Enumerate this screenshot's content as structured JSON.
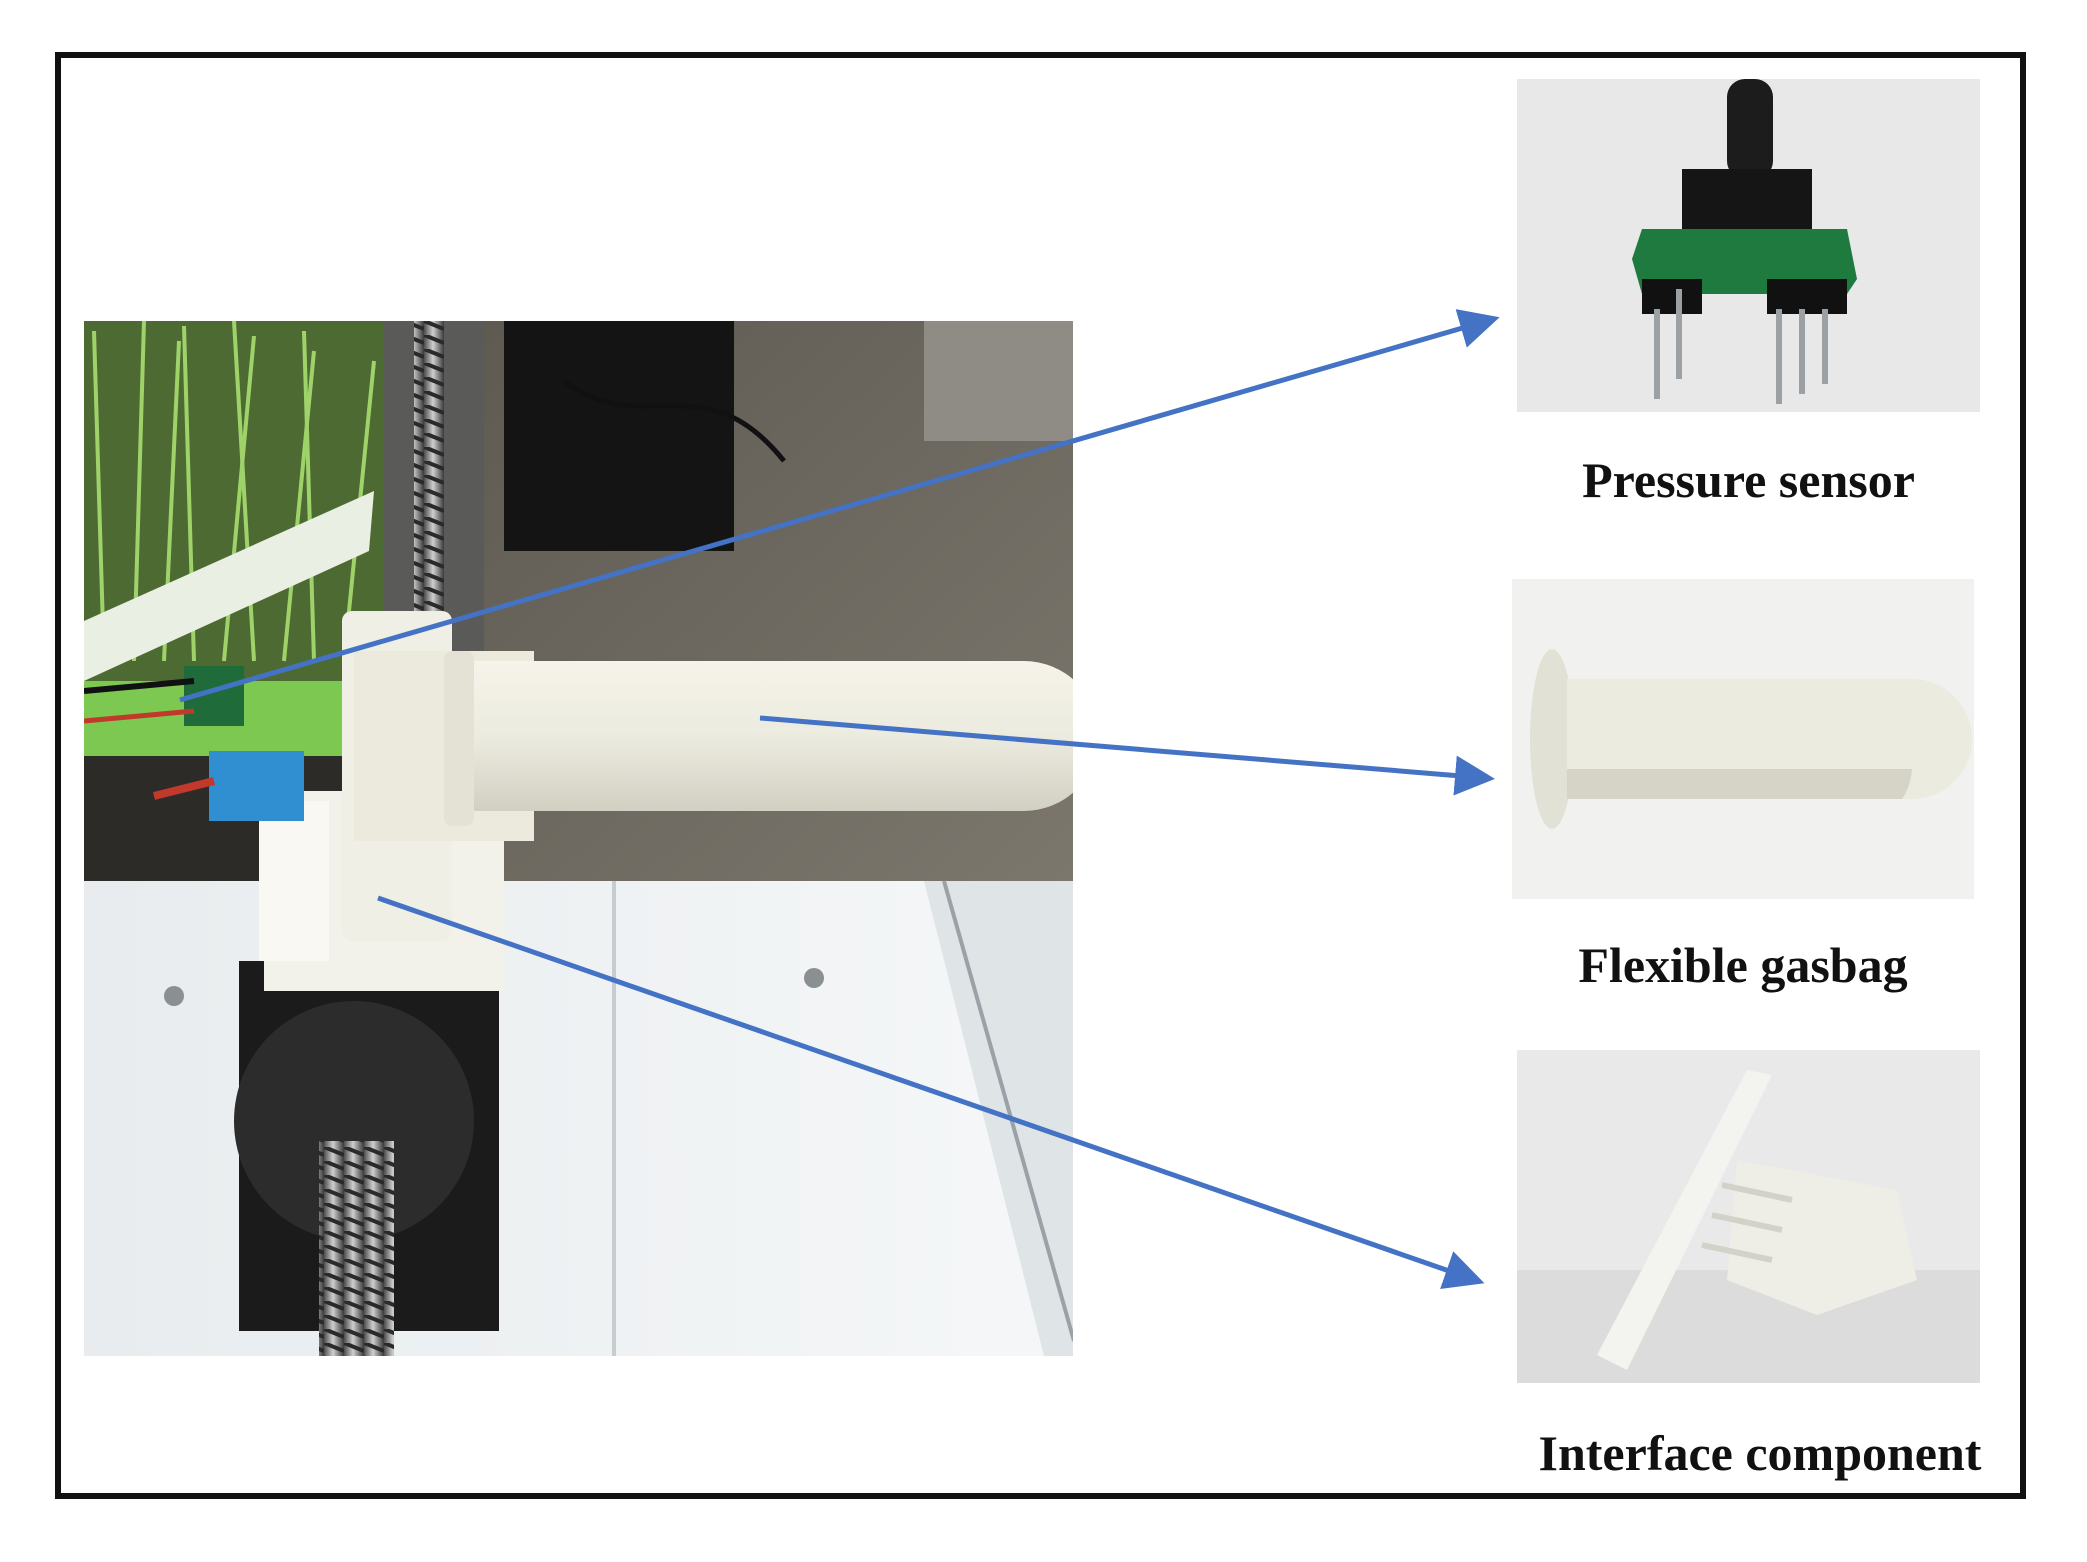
{
  "labels": {
    "pressure_sensor": "Pressure sensor",
    "flexible_gasbag": "Flexible gasbag",
    "interface_component": "Interface component"
  },
  "colors": {
    "arrow": "#4472c4",
    "frame": "#111111",
    "background": "#ffffff"
  },
  "photos": {
    "main": "test-platform-photo",
    "sensor": "pressure-sensor-photo",
    "gasbag": "flexible-gasbag-photo",
    "interface": "interface-component-photo"
  }
}
